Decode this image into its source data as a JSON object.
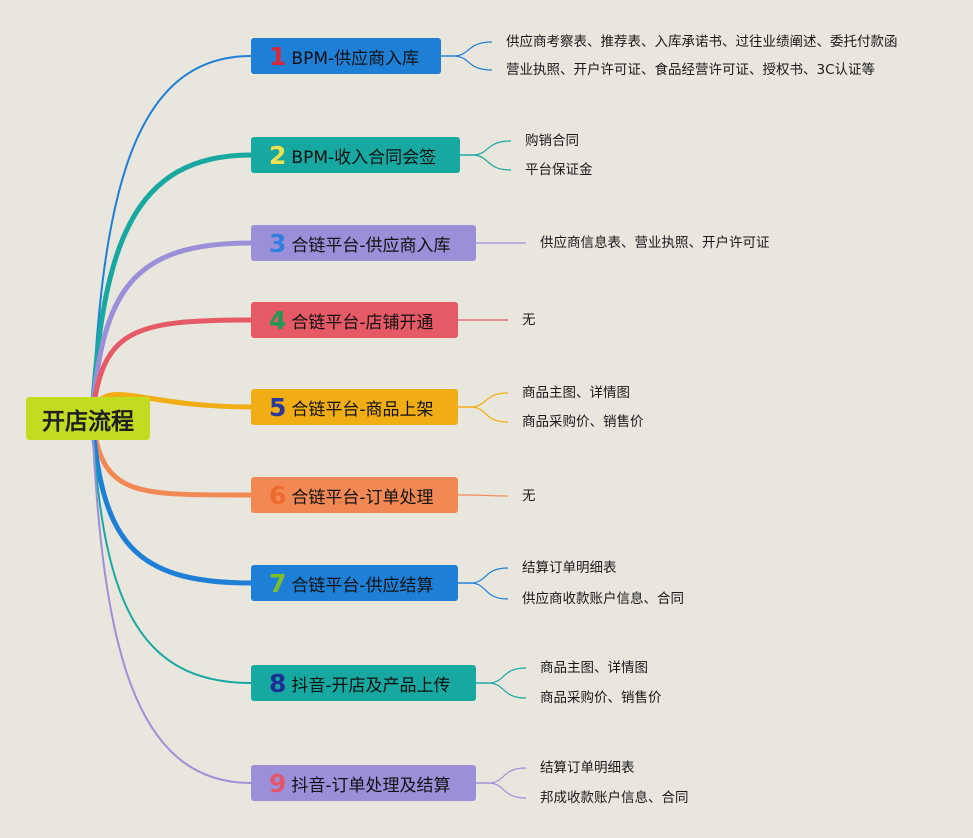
{
  "root": {
    "label": "开店流程",
    "color": "#c2dc21"
  },
  "steps": [
    {
      "num": "1",
      "label": "BPM-供应商入库",
      "box_color": "#1e7fd7",
      "num_color": "#d8283a",
      "line_color": "#1e7fd7",
      "items": [
        "供应商考察表、推荐表、入库承诺书、过往业绩阐述、委托付款函",
        "营业执照、开户许可证、食品经营许可证、授权书、3C认证等"
      ]
    },
    {
      "num": "2",
      "label": "BPM-收入合同会签",
      "box_color": "#17a8a1",
      "num_color": "#f2e14b",
      "line_color": "#17a8a1",
      "items": [
        "购销合同",
        "平台保证金"
      ]
    },
    {
      "num": "3",
      "label": "合链平台-供应商入库",
      "box_color": "#9c8fd9",
      "num_color": "#2e7fe0",
      "line_color": "#9c8fd9",
      "items": [
        "供应商信息表、营业执照、开户许可证"
      ]
    },
    {
      "num": "4",
      "label": "合链平台-店铺开通",
      "box_color": "#e55a66",
      "num_color": "#1f9a55",
      "line_color": "#e55a66",
      "items": [
        "无"
      ]
    },
    {
      "num": "5",
      "label": "合链平台-商品上架",
      "box_color": "#f1ad14",
      "num_color": "#2a3a9a",
      "line_color": "#f1ad14",
      "items": [
        "商品主图、详情图",
        "商品采购价、销售价"
      ]
    },
    {
      "num": "6",
      "label": "合链平台-订单处理",
      "box_color": "#f28954",
      "num_color": "#ec6a2c",
      "line_color": "#f28954",
      "items": [
        "无"
      ]
    },
    {
      "num": "7",
      "label": "合链平台-供应结算",
      "box_color": "#1e7fd7",
      "num_color": "#7fbf2a",
      "line_color": "#1e7fd7",
      "items": [
        "结算订单明细表",
        "供应商收款账户信息、合同"
      ]
    },
    {
      "num": "8",
      "label": "抖音-开店及产品上传",
      "box_color": "#17a8a1",
      "num_color": "#1d2f94",
      "line_color": "#17a8a1",
      "items": [
        "商品主图、详情图",
        "商品采购价、销售价"
      ]
    },
    {
      "num": "9",
      "label": "抖音-订单处理及结算",
      "box_color": "#9c8fd9",
      "num_color": "#e2566a",
      "line_color": "#9c8fd9",
      "items": [
        "结算订单明细表",
        "邦成收款账户信息、合同"
      ]
    }
  ]
}
